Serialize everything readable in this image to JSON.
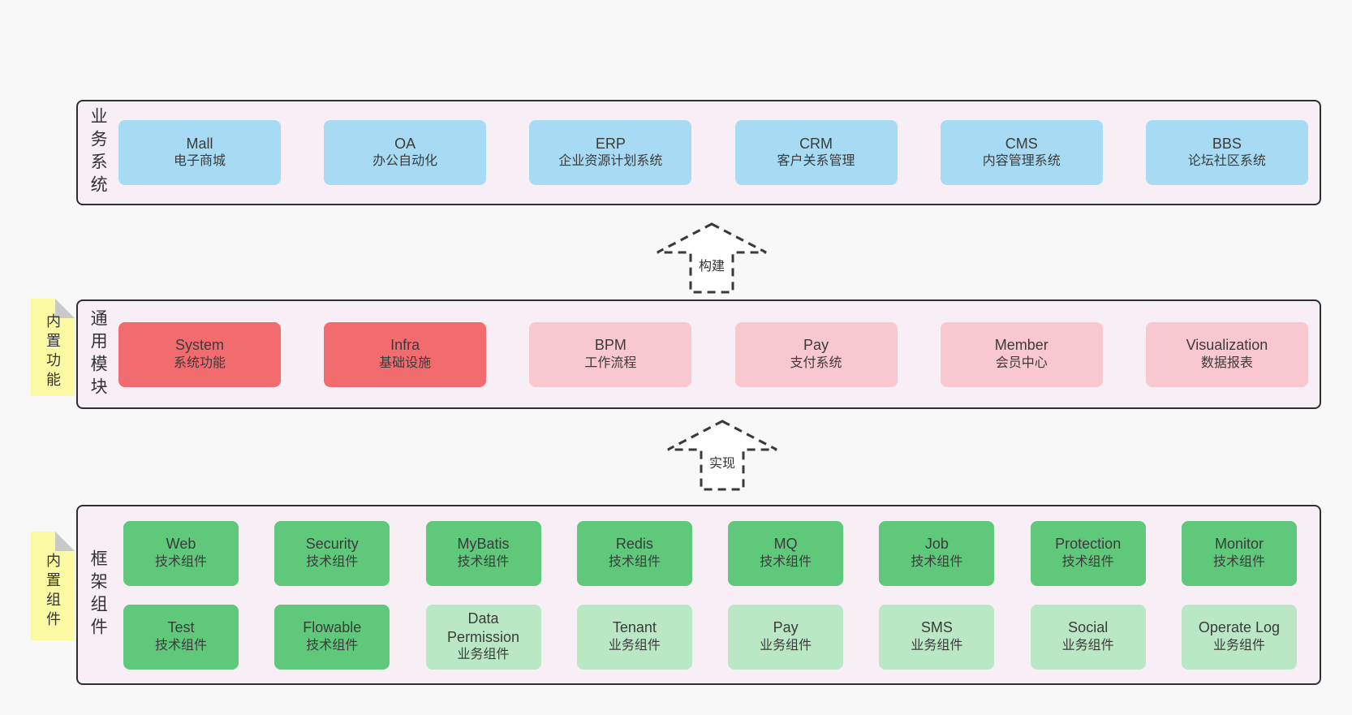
{
  "colors": {
    "background": "#f8f8f8",
    "container_bg": "#f7eef6",
    "container_border": "#2f2f2f",
    "blue": "#a7dbf4",
    "red": "#f26b6e",
    "pink": "#f9c7d0",
    "green": "#5fc87b",
    "green_light": "#bae7c4",
    "note_yellow": "#fafaa3",
    "note_fold": "#c9c9c9",
    "arrow_stroke": "#3a3a3a"
  },
  "layers": [
    {
      "vertical_label": "业务系统",
      "boxes": [
        {
          "title": "Mall",
          "subtitle": "电子商城",
          "variant": "blue"
        },
        {
          "title": "OA",
          "subtitle": "办公自动化",
          "variant": "blue"
        },
        {
          "title": "ERP",
          "subtitle": "企业资源计划系统",
          "variant": "blue"
        },
        {
          "title": "CRM",
          "subtitle": "客户关系管理",
          "variant": "blue"
        },
        {
          "title": "CMS",
          "subtitle": "内容管理系统",
          "variant": "blue"
        },
        {
          "title": "BBS",
          "subtitle": "论坛社区系统",
          "variant": "blue"
        }
      ]
    },
    {
      "vertical_label": "通用模块",
      "note": "内置功能",
      "boxes": [
        {
          "title": "System",
          "subtitle": "系统功能",
          "variant": "red"
        },
        {
          "title": "Infra",
          "subtitle": "基础设施",
          "variant": "red"
        },
        {
          "title": "BPM",
          "subtitle": "工作流程",
          "variant": "pink"
        },
        {
          "title": "Pay",
          "subtitle": "支付系统",
          "variant": "pink"
        },
        {
          "title": "Member",
          "subtitle": "会员中心",
          "variant": "pink"
        },
        {
          "title": "Visualization",
          "subtitle": "数据报表",
          "variant": "pink"
        }
      ]
    },
    {
      "vertical_label": "框架组件",
      "note": "内置组件",
      "box_rows": [
        [
          {
            "title": "Web",
            "subtitle": "技术组件",
            "variant": "green"
          },
          {
            "title": "Security",
            "subtitle": "技术组件",
            "variant": "green"
          },
          {
            "title": "MyBatis",
            "subtitle": "技术组件",
            "variant": "green"
          },
          {
            "title": "Redis",
            "subtitle": "技术组件",
            "variant": "green"
          },
          {
            "title": "MQ",
            "subtitle": "技术组件",
            "variant": "green"
          },
          {
            "title": "Job",
            "subtitle": "技术组件",
            "variant": "green"
          },
          {
            "title": "Protection",
            "subtitle": "技术组件",
            "variant": "green"
          },
          {
            "title": "Monitor",
            "subtitle": "技术组件",
            "variant": "green"
          }
        ],
        [
          {
            "title": "Test",
            "subtitle": "技术组件",
            "variant": "green"
          },
          {
            "title": "Flowable",
            "subtitle": "技术组件",
            "variant": "green"
          },
          {
            "title": "Data Permission",
            "subtitle": "业务组件",
            "variant": "green_light"
          },
          {
            "title": "Tenant",
            "subtitle": "业务组件",
            "variant": "green_light"
          },
          {
            "title": "Pay",
            "subtitle": "业务组件",
            "variant": "green_light"
          },
          {
            "title": "SMS",
            "subtitle": "业务组件",
            "variant": "green_light"
          },
          {
            "title": "Social",
            "subtitle": "业务组件",
            "variant": "green_light"
          },
          {
            "title": "Operate Log",
            "subtitle": "业务组件",
            "variant": "green_light"
          }
        ]
      ]
    }
  ],
  "arrows": [
    {
      "label": "构建"
    },
    {
      "label": "实现"
    }
  ]
}
